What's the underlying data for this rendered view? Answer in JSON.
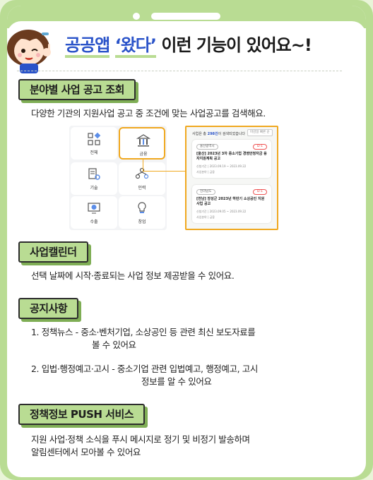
{
  "header": {
    "title_prefix": "공공앱",
    "title_quote": "‘왔다’",
    "title_suffix": "이런 기능이 있어요~!"
  },
  "sections": {
    "search": {
      "tag": "분야별 사업 공고 조회",
      "desc": "다양한 기관의 지원사업 공고 중 조건에 맞는 사업공고를 검색해요."
    },
    "calendar": {
      "tag": "사업캘린더",
      "desc": "선택 날짜에 시작·종료되는 사업 정보 제공받을 수 있어요."
    },
    "notice": {
      "tag": "공지사항",
      "item1_line1": "1. 정책뉴스 - 중소·벤처기업, 소상공인 등 관련 최신 보도자료를",
      "item1_line2": "볼 수 있어요",
      "item2_line1": "2. 입법·행정예고·고시 - 중소기업 관련 입법예고, 행정예고, 고시",
      "item2_line2": "정보를 알 수 있어요"
    },
    "push": {
      "tag": "정책정보 PUSH 서비스",
      "line1": "지원 사업·정책 소식을 푸시 메시지로 정기 및 비정기 발송하며",
      "line2": "알림센터에서 모아볼 수 있어요"
    }
  },
  "categories": [
    {
      "label": "전체",
      "icon": "grid-icon",
      "selected": false
    },
    {
      "label": "금융",
      "icon": "bank-icon",
      "selected": true
    },
    {
      "label": "기술",
      "icon": "document-gear-icon",
      "selected": false
    },
    {
      "label": "인력",
      "icon": "people-icon",
      "selected": false
    },
    {
      "label": "수출",
      "icon": "globe-screen-icon",
      "selected": false
    },
    {
      "label": "창업",
      "icon": "lightbulb-icon",
      "selected": false
    }
  ],
  "results": {
    "count_prefix": "사업은 총",
    "count": "298건",
    "count_suffix": "이 검색되었습니다",
    "sort": "마감일 빠른 순",
    "cards": [
      {
        "region": "울산광역시",
        "dday": "D-1",
        "title": "[울산] 2023년 3차 중소기업 경영안정자금 융자지원계획 공고",
        "period": "신청기간 | 2023.09.19 ~ 2023.09.22",
        "field": "사업분야 | 금융"
      },
      {
        "region": "전라남도",
        "dday": "D-1",
        "title": "[전남] 장성군 2023년 하반기 소상공인 지원사업 공고",
        "period": "신청기간 | 2023.09.05 ~ 2023.09.22",
        "field": "사업분야 | 금융"
      }
    ]
  },
  "colors": {
    "accent_green": "#b9dc93",
    "brand_blue": "#2a53c9",
    "highlight_orange": "#f0a81f"
  }
}
